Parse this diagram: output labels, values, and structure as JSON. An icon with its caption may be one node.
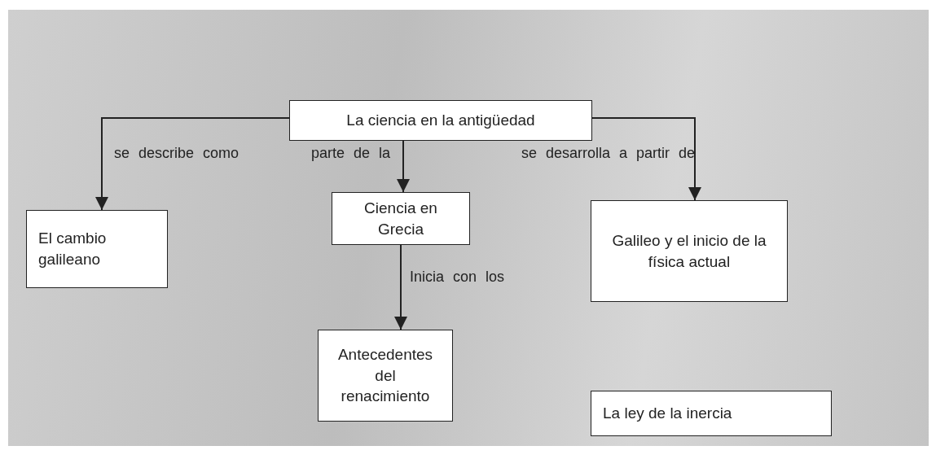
{
  "diagram": {
    "nodes": [
      {
        "text": [
          "La ciencia en la antigüedad"
        ]
      },
      {
        "text": [
          "El cambio galileano"
        ]
      },
      {
        "text": [
          "Ciencia en Grecia"
        ]
      },
      {
        "text": [
          "Galileo y el inicio de la física actual"
        ]
      },
      {
        "text": [
          "Antecedentes del renacimiento"
        ]
      },
      {
        "text": [
          "La ley de la inercia"
        ]
      }
    ],
    "edges": [
      {
        "from": 0,
        "to": 1,
        "arrow": "to",
        "label": "se describe como"
      },
      {
        "from": 0,
        "to": 2,
        "arrow": "to",
        "label": "parte de la"
      },
      {
        "from": 0,
        "to": 3,
        "arrow": "to",
        "label": "se desarrolla a partir de"
      },
      {
        "from": 2,
        "to": 4,
        "arrow": "to",
        "label": "Inicia con los"
      }
    ]
  }
}
